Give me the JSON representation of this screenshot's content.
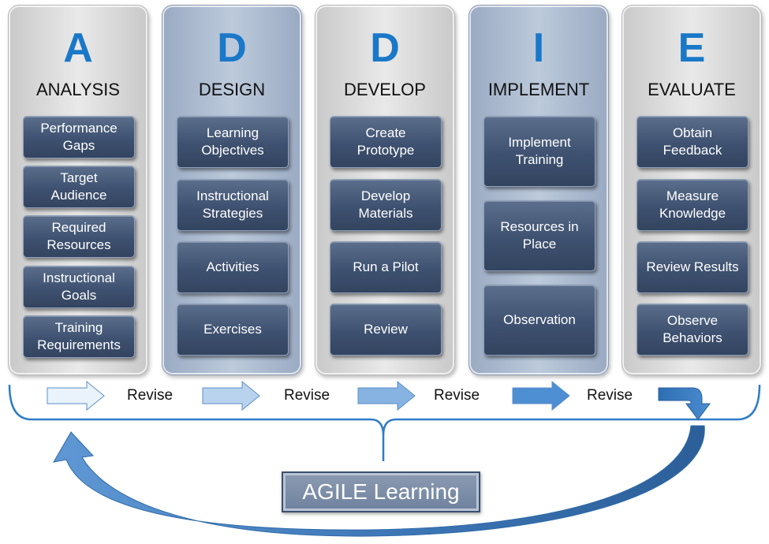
{
  "phases": [
    {
      "letter": "A",
      "name": "ANALYSIS",
      "style": "gray",
      "items": [
        [
          "Performance",
          "Gaps"
        ],
        [
          "Target",
          "Audience"
        ],
        [
          "Required",
          "Resources"
        ],
        [
          "Instructional",
          "Goals"
        ],
        [
          "Training",
          "Requirements"
        ]
      ]
    },
    {
      "letter": "D",
      "name": "DESIGN",
      "style": "blue",
      "items": [
        [
          "Learning",
          "Objectives"
        ],
        [
          "Instructional",
          "Strategies"
        ],
        [
          "Activities"
        ],
        [
          "Exercises"
        ]
      ]
    },
    {
      "letter": "D",
      "name": "DEVELOP",
      "style": "gray",
      "items": [
        [
          "Create",
          "Prototype"
        ],
        [
          "Develop",
          "Materials"
        ],
        [
          "Run a Pilot"
        ],
        [
          "Review"
        ]
      ]
    },
    {
      "letter": "I",
      "name": "IMPLEMENT",
      "style": "blue",
      "items": [
        [
          "Implement",
          "Training"
        ],
        [
          "Resources in",
          "Place"
        ],
        [
          "Observation"
        ]
      ]
    },
    {
      "letter": "E",
      "name": "EVALUATE",
      "style": "gray",
      "items": [
        [
          "Obtain",
          "Feedback"
        ],
        [
          "Measure",
          "Knowledge"
        ],
        [
          "Review Results"
        ],
        [
          "Observe",
          "Behaviors"
        ]
      ]
    }
  ],
  "revise_labels": [
    "Revise",
    "Revise",
    "Revise",
    "Revise"
  ],
  "center_label": "AGILE Learning",
  "colors": {
    "letter": "#1a78c8",
    "arrow_light": "#dce9f7",
    "arrow_dark": "#3a7cc2",
    "bracket": "#2e7cc6",
    "loop_arrow": "#4a86c8"
  },
  "icons": [
    "right-arrow-icon",
    "curved-down-arrow-icon",
    "curved-loop-arrow-icon",
    "bracket-icon"
  ]
}
